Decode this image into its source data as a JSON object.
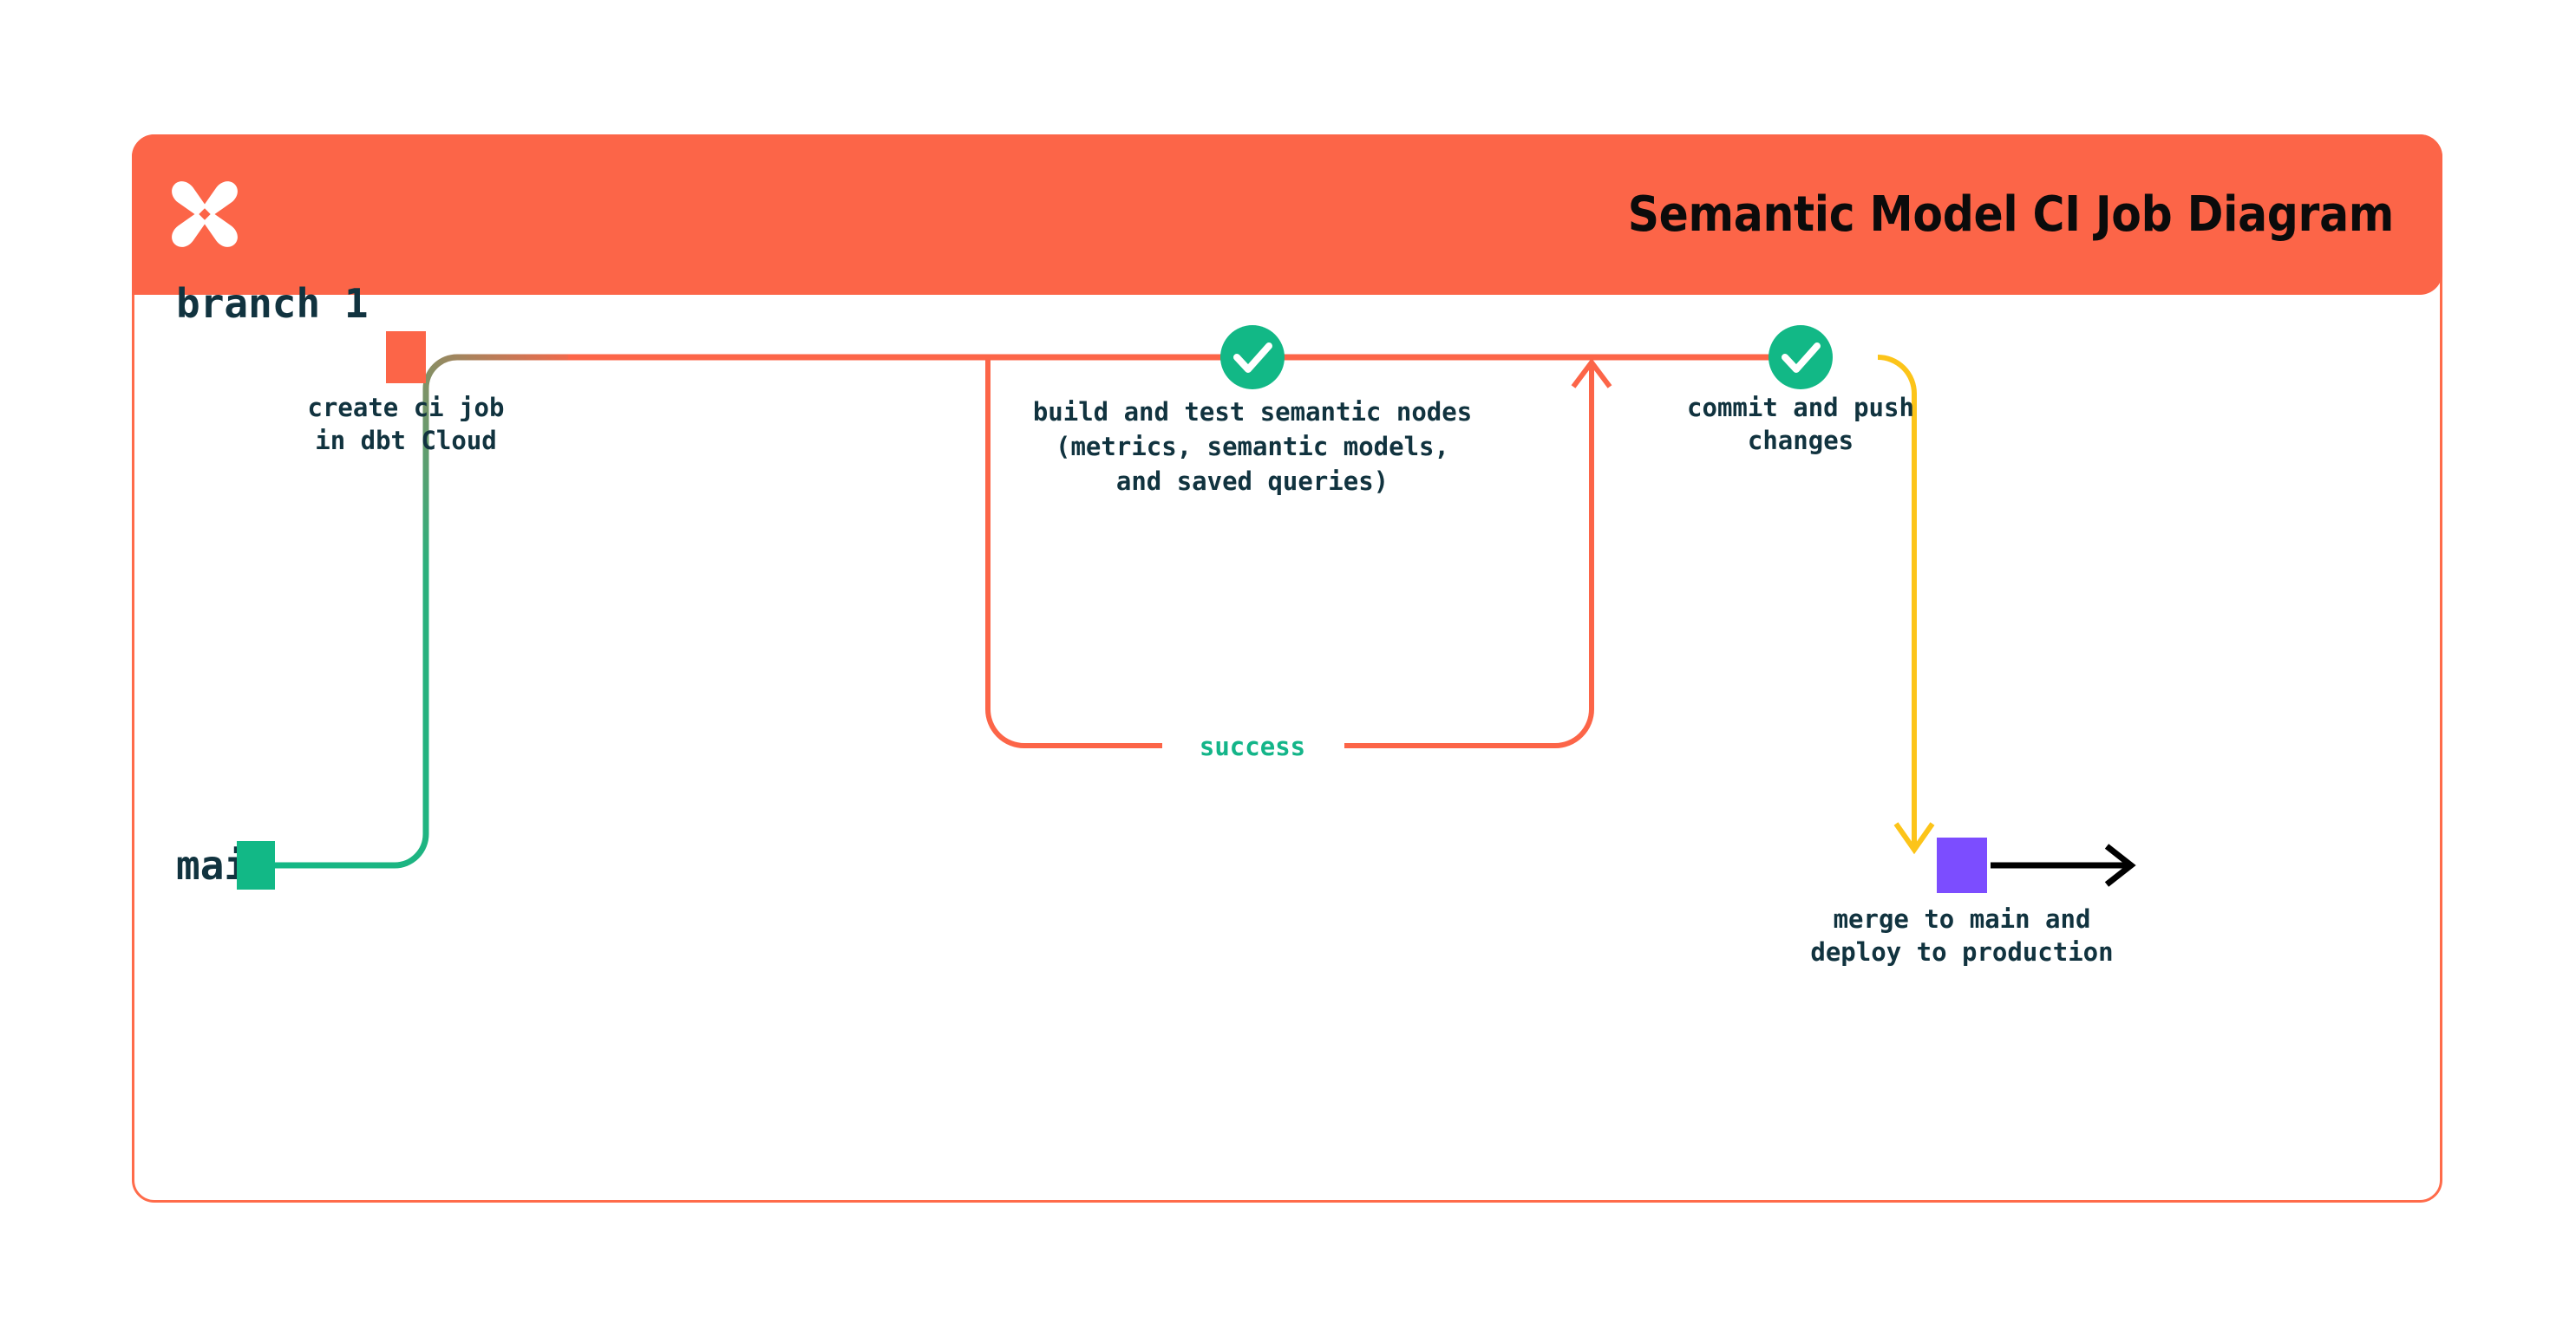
{
  "header": {
    "title": "Semantic Model CI Job Diagram",
    "logo_icon": "dbt-x-logo-icon",
    "background_color": "#fc6548",
    "title_color": "#0b0b0b"
  },
  "card": {
    "border_color": "#ff6b4a",
    "background_color": "#ffffff"
  },
  "colors": {
    "main_branch": "#12b886",
    "branch_1": "#fc6548",
    "merge_line": "#fcc419",
    "merge_node": "#7c4dff",
    "success_text": "#14b589",
    "check_circle": "#12b886",
    "arrow": "#000000",
    "label_text": "#11333f"
  },
  "diagram": {
    "type": "git-branch-flow",
    "branches": [
      {
        "id": "branch-1",
        "label": "branch 1",
        "color": "#fc6548",
        "lane": "top"
      },
      {
        "id": "main",
        "label": "main",
        "color": "#12b886",
        "lane": "bottom"
      }
    ],
    "nodes": [
      {
        "id": "main-start",
        "branch": "main",
        "shape": "square",
        "color": "#12b886",
        "label": ""
      },
      {
        "id": "create-ci-job",
        "branch": "branch-1",
        "shape": "square",
        "color": "#fc6548",
        "label_lines": [
          "create ci job",
          "in dbt Cloud"
        ]
      },
      {
        "id": "build-and-test",
        "branch": "branch-1",
        "shape": "check-circle",
        "color": "#12b886",
        "icon": "check-icon",
        "label_lines": [
          "build and test semantic nodes",
          "(metrics, semantic models,",
          "and saved queries)"
        ]
      },
      {
        "id": "commit-and-push",
        "branch": "branch-1",
        "shape": "check-circle",
        "color": "#12b886",
        "icon": "check-icon",
        "label_lines": [
          "commit and push",
          "changes"
        ]
      },
      {
        "id": "merge-to-main",
        "branch": "main",
        "shape": "square",
        "color": "#7c4dff",
        "label_lines": [
          "merge to main and",
          "deploy to production"
        ]
      }
    ],
    "edges": [
      {
        "id": "branch-off",
        "from": "main",
        "to": "branch-1",
        "style": "gradient-green-orange"
      },
      {
        "id": "success-loop",
        "from": "build-and-test",
        "to": "build-and-test",
        "label": "success",
        "color": "#fc6548",
        "arrow": "up"
      },
      {
        "id": "merge-down",
        "from": "branch-1",
        "to": "main",
        "color": "#fcc419",
        "arrow": "down"
      },
      {
        "id": "continue-main",
        "from": "merge-to-main",
        "to": "end",
        "color": "#000000",
        "arrow": "right"
      }
    ]
  }
}
